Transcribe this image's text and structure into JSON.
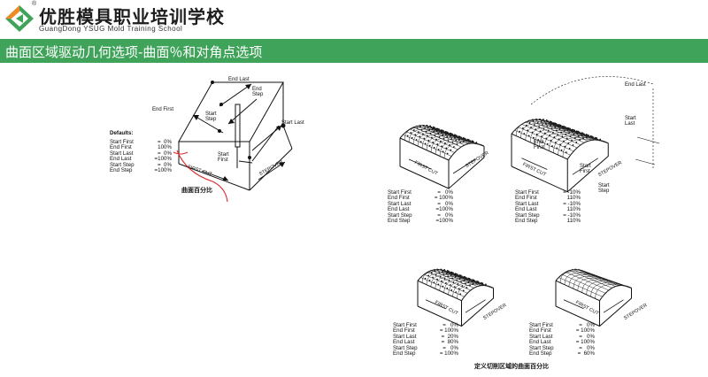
{
  "header": {
    "brand_cn": "优胜模具职业培训学校",
    "brand_en": "GuangDong YSUG Mold Training School",
    "reg_mark": "®",
    "logo_colors": [
      "#3fa35a",
      "#f08a24"
    ]
  },
  "title": "曲面区域驱动几何选项-曲面％和对角点选项",
  "left_diagram": {
    "labels": {
      "end_last": "End Last",
      "end_step": "End\nStep",
      "end_first": "End First",
      "start_step": "Start\nStep",
      "start_last": "Start Last",
      "start_first": "Start\nFirst",
      "first_cut": "FIRST CUT",
      "stepover": "STEPOVER"
    },
    "defaults_title": "Defaults:",
    "params": [
      {
        "k": "Start First",
        "v": "=  0%"
      },
      {
        "k": "End First",
        "v": "100%"
      },
      {
        "k": "Start Last",
        "v": "=  0%"
      },
      {
        "k": "End Last",
        "v": "=100%"
      },
      {
        "k": "Start Step",
        "v": "=  0%"
      },
      {
        "k": "End Step",
        "v": "=100%"
      }
    ],
    "caption": "曲面百分比"
  },
  "right_diagrams": [
    {
      "params": [
        {
          "k": "Start First",
          "v": "=   0%"
        },
        {
          "k": "End First",
          "v": "= 100%"
        },
        {
          "k": "Start Last",
          "v": "=   0%"
        },
        {
          "k": "End Last",
          "v": "=100%"
        },
        {
          "k": "Start Step",
          "v": "=   0%"
        },
        {
          "k": "End Step",
          "v": "=100%"
        }
      ],
      "first_cut": "FIRST CUT",
      "stepover": "STEPOVER"
    },
    {
      "params": [
        {
          "k": "Start First",
          "v": "= -10%"
        },
        {
          "k": "End First",
          "v": "110%"
        },
        {
          "k": "Start Last",
          "v": "= -10%"
        },
        {
          "k": "End Last",
          "v": "110%"
        },
        {
          "k": "Start Step",
          "v": "= -10%"
        },
        {
          "k": "End Step",
          "v": "110%"
        }
      ],
      "labels": {
        "end_last": "End Last",
        "start_last": "Start\nLast",
        "end_first": "End\nFirst",
        "start_first": "Start\nFirst",
        "start_step": "Start\nStep",
        "first_cut": "FIRST CUT",
        "stepover": "STEPOVER"
      }
    },
    {
      "params": [
        {
          "k": "Start First",
          "v": "=   0%"
        },
        {
          "k": "End First",
          "v": "= 100%"
        },
        {
          "k": "Start Last",
          "v": "=  20%"
        },
        {
          "k": "End Last",
          "v": "=  80%"
        },
        {
          "k": "Start Step",
          "v": "=   0%"
        },
        {
          "k": "End Step",
          "v": "= 100%"
        }
      ],
      "first_cut": "FIRST CUT",
      "stepover": "STEPOVER"
    },
    {
      "params": [
        {
          "k": "Start First",
          "v": "=   0%"
        },
        {
          "k": "End First",
          "v": "= 100%"
        },
        {
          "k": "Start Last",
          "v": "=   0%"
        },
        {
          "k": "End Last",
          "v": "= 100%"
        },
        {
          "k": "Start Step",
          "v": "=   0%"
        },
        {
          "k": "End Step",
          "v": "=  60%"
        }
      ],
      "first_cut": "FIRST CUT",
      "stepover": "STEPOVER"
    }
  ],
  "bottom_caption": "定义切削区域的曲面百分比"
}
